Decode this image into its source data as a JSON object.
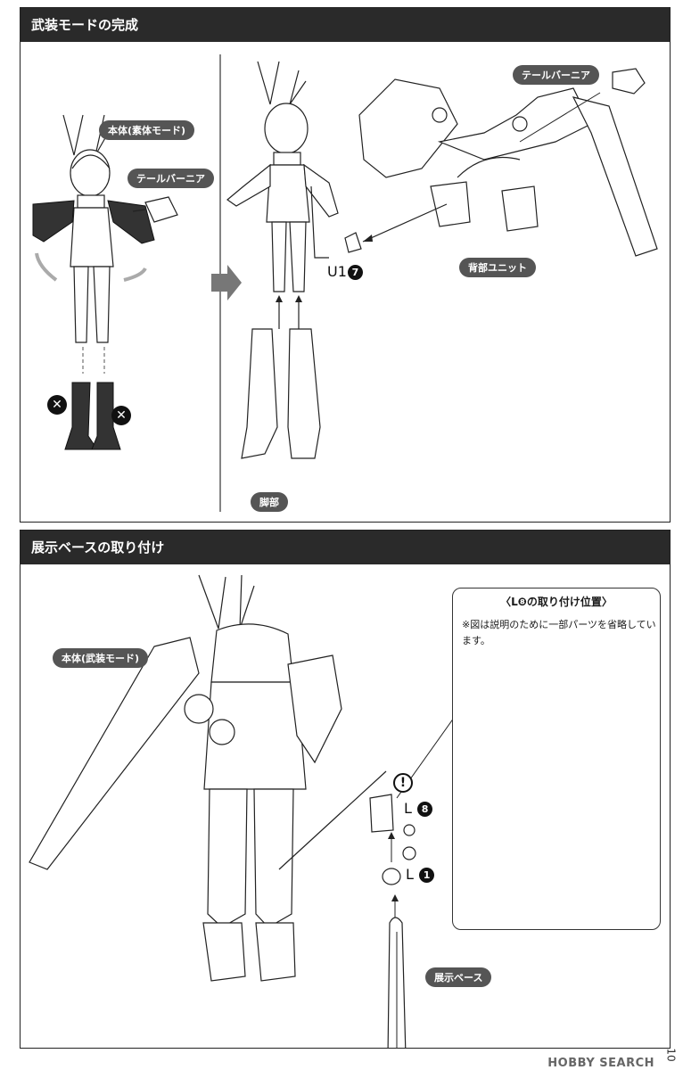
{
  "section1": {
    "title": "武装モードの完成",
    "label_body_basic": "本体(素体モード)",
    "label_tail_verneer_left": "テールバーニア",
    "label_tail_verneer_right": "テールバーニア",
    "label_back_unit": "背部ユニット",
    "label_legs": "脚部",
    "part_code": "U1",
    "part_badge": "7"
  },
  "section2": {
    "title": "展示ベースの取り付け",
    "label_body_armed": "本体(武装モード)",
    "label_display_base": "展示ベース",
    "part_l8_code": "L",
    "part_l8_badge": "8",
    "part_l1_code": "L",
    "part_l1_badge": "1",
    "caution_mark": "!",
    "inset": {
      "title": "〈L❽の取り付け位置〉",
      "note": "※図は説明のために一部パーツを省略しています。"
    }
  },
  "footer": {
    "watermark": "HOBBY SEARCH",
    "page_number": "10"
  },
  "icons": {
    "prohibited": "x-circle-icon",
    "caution": "exclamation-circle-icon",
    "step": "right-arrow-icon"
  }
}
